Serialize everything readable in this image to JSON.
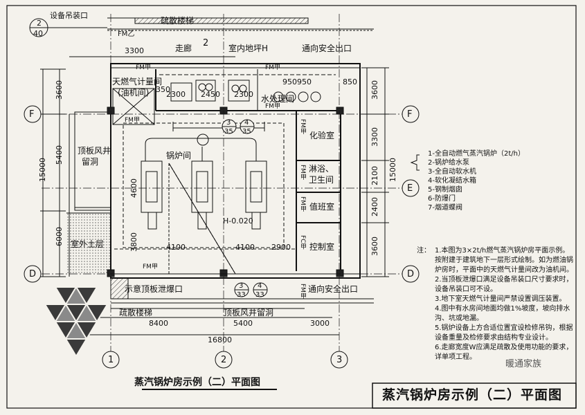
{
  "title": "蒸汽锅炉房示例（二）平面图",
  "title_block": "蒸汽锅炉房示例（二）平面图",
  "watermark": "暖通家族",
  "top": {
    "equipment_hatch": "设备吊装口",
    "detail_ref_num": "2",
    "detail_ref_sheet": "40",
    "fm_top": "FM乙",
    "stair_top": "疏散楼梯",
    "corridor": "走廊",
    "section_mark": "2",
    "floor_level": "室内地坪H",
    "exit_top": "通向安全出口",
    "dim_3300": "3300"
  },
  "rooms": {
    "gas_meter": "天燃气计量间",
    "oil_pump": "(油机间)",
    "water_treatment": "水处理间",
    "lab": "化验室",
    "shower": "淋浴、",
    "toilet": "卫生间",
    "duty": "值班室",
    "control": "控制室",
    "boiler_room": "锅炉间",
    "roof_vent_1": "顶板风井",
    "roof_vent_2": "留洞",
    "outdoor_soil": "室外土层",
    "vent_hatch": "示意顶板泄爆口",
    "stair_bottom": "疏散楼梯",
    "roof_vent_bottom": "顶板风井留洞",
    "exit_bottom": "通向安全出口",
    "level_mark": "H-0.020"
  },
  "door_labels": [
    "FM甲",
    "FM甲",
    "FM甲",
    "FM甲",
    "FM甲",
    "FM甲",
    "FM甲",
    "FM甲",
    "FC甲",
    "FM甲"
  ],
  "dims": {
    "d3600": "3600",
    "d5400": "5400",
    "d15000": "15000",
    "d6000": "6000",
    "d350": "350",
    "d2300a": "2300",
    "d2450": "2450",
    "d2300b": "2300",
    "d950950": "950950",
    "d850": "850",
    "r3600a": "3600",
    "r3300": "3300",
    "r2100": "2100",
    "r2400": "2400",
    "r3600b": "3600",
    "r15000": "15000",
    "d4600": "4600",
    "d3800": "3800",
    "d4100a": "4100",
    "d4100b": "4100",
    "d2900": "2900",
    "b8400": "8400",
    "b5400": "5400",
    "b3000": "3000",
    "b16800": "16800"
  },
  "axes": {
    "F": "F",
    "E": "E",
    "D": "D",
    "a1": "1",
    "a2": "2",
    "a3": "3"
  },
  "callouts": [
    {
      "num": "3",
      "sheet": "35"
    },
    {
      "num": "4",
      "sheet": "35"
    },
    {
      "num": "3",
      "sheet": "33"
    },
    {
      "num": "4",
      "sheet": "33"
    }
  ],
  "legend": [
    "1-全自动燃气蒸汽锅炉（2t/h）",
    "2-锅炉给水泵",
    "3-全自动软水机",
    "4-软化凝结水箱",
    "5-钢制烟囱",
    "6-防爆门",
    "7-烟道蝶阀"
  ],
  "notes_label": "注：",
  "notes": [
    "1.本图为3×2t/h燃气蒸汽锅炉房平面示例。按附建于建筑地下一层形式绘制。如为燃油锅炉房时，平面中的天燃气计量间改为油机间。",
    "2.当顶板泄爆口满足设备吊装口尺寸要求时，设备吊装口可不设。",
    "3.地下室天燃气计量间严禁设置调压装置。",
    "4.图中有水房间地面均做1%坡度，坡向排水沟、坑或地漏。",
    "5.锅炉设备上方合适位置宜设检修吊钩，根据设备重量及检修要求由结构专业设计。",
    "6.走廊宽度W应满足疏散及使用功能的要求，详单项工程。"
  ]
}
